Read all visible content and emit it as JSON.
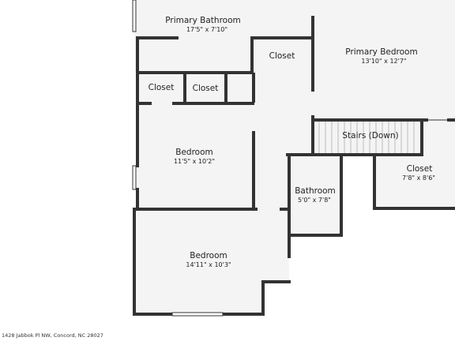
{
  "rooms": {
    "primary_bathroom": {
      "name": "Primary Bathroom",
      "dims": "17'5\" x 7'10\""
    },
    "primary_bedroom": {
      "name": "Primary Bedroom",
      "dims": "13'10\" x 12'7\""
    },
    "closet_top": {
      "name": "Closet"
    },
    "closet_left_1": {
      "name": "Closet"
    },
    "closet_left_2": {
      "name": "Closet"
    },
    "stairs": {
      "name": "Stairs (Down)"
    },
    "bedroom_mid": {
      "name": "Bedroom",
      "dims": "11'5\" x 10'2\""
    },
    "closet_right": {
      "name": "Closet",
      "dims": "7'8\" x 8'6\""
    },
    "bathroom": {
      "name": "Bathroom",
      "dims": "5'0\" x 7'8\""
    },
    "bedroom_bottom": {
      "name": "Bedroom",
      "dims": "14'11\" x 10'3\""
    }
  },
  "address": "1428 Jabbok Pl NW, Concord, NC 28027",
  "colors": {
    "wall": "#333333",
    "floor": "#f4f4f4",
    "background": "#ffffff"
  }
}
